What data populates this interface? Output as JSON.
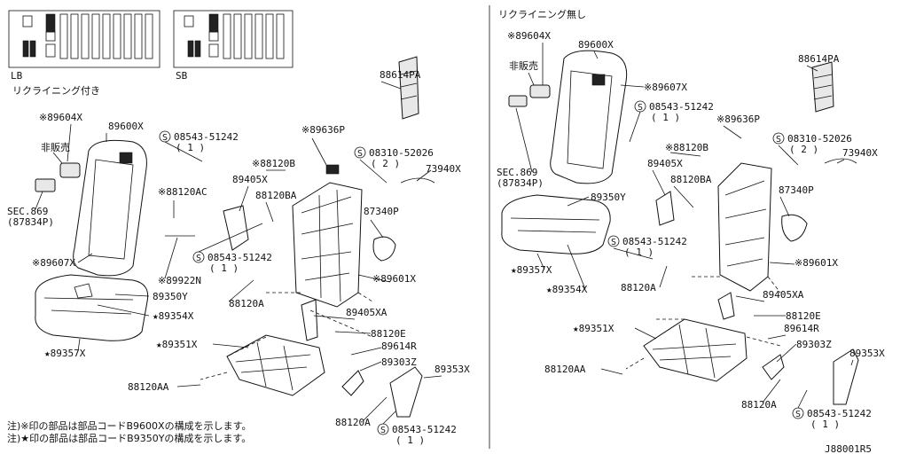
{
  "legend": {
    "lb": "LB",
    "sb": "SB"
  },
  "left_panel": {
    "title": "リクライニング付き",
    "parts": {
      "p89604x": "※89604X",
      "p89600x": "89600X",
      "hihanbai": "非販売",
      "sec869": "SEC.869",
      "sec869_ref": "(87834P)",
      "p89607x": "※89607X",
      "p08543_a": "08543-51242",
      "p08543_a_qty": "( 1 )",
      "p88614pa": "88614PA",
      "p89636p": "※89636P",
      "p08310": "08310-52026",
      "p08310_qty": "( 2 )",
      "p88120b": "※88120B",
      "p73940x": "73940X",
      "p89405x": "89405X",
      "p88120ac": "※88120AC",
      "p88120ba": "88120BA",
      "p87340p": "87340P",
      "p08543_b": "08543-51242",
      "p08543_b_qty": "( 1 )",
      "p89922n": "※89922N",
      "p89601x": "※89601X",
      "p89350y": "89350Y",
      "p89354x": "★89354X",
      "p88120a": "88120A",
      "p89405xa": "89405XA",
      "p89357x": "★89357X",
      "p89351x": "★89351X",
      "p88120e": "88120E",
      "p89614r": "89614R",
      "p89303z": "89303Z",
      "p89353x": "89353X",
      "p88120aa": "88120AA",
      "p88120a_b": "88120A",
      "p08543_c": "08543-51242",
      "p08543_c_qty": "( 1 )"
    }
  },
  "right_panel": {
    "title": "リクライニング無し",
    "parts": {
      "p89604x": "※89604X",
      "p89600x": "89600X",
      "hihanbai": "非販売",
      "p89607x": "※89607X",
      "p88614pa": "88614PA",
      "p08543_a": "08543-51242",
      "p08543_a_qty": "( 1 )",
      "p89636p": "※89636P",
      "sec869": "SEC.869",
      "sec869_ref": "(87834P)",
      "p88120b": "※88120B",
      "p08310": "08310-52026",
      "p08310_qty": "( 2 )",
      "p89405x": "89405X",
      "p73940x": "73940X",
      "p88120ba": "88120BA",
      "p89350y": "89350Y",
      "p87340p": "87340P",
      "p08543_b": "08543-51242",
      "p08543_b_qty": "( 1 )",
      "p89601x": "※89601X",
      "p89357x": "★89357X",
      "p88120a": "88120A",
      "p89354x": "★89354X",
      "p89405xa": "89405XA",
      "p88120de": "88120E",
      "p89351x": "★89351X",
      "p89614r": "89614R",
      "p89303z": "89303Z",
      "p88120aa": "88120AA",
      "p89353x": "89353X",
      "p88120a_b": "88120A",
      "p08543_c": "08543-51242",
      "p08543_c_qty": "( 1 )"
    }
  },
  "notes": {
    "note1": "注)※印の部品は部品コードB9600Xの構成を示します。",
    "note2": "注)★印の部品は部品コードB9350Yの構成を示します。"
  },
  "diagram_id": "J88001R5",
  "screw_symbol": "S"
}
